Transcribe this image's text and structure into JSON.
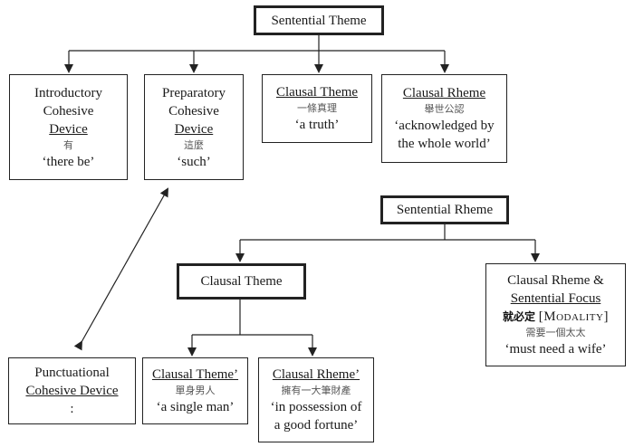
{
  "sentential_theme": {
    "label": "Sentential Theme"
  },
  "introductory": {
    "line1": "Introductory",
    "line2": "Cohesive",
    "line3": "Device",
    "chinese": "有",
    "gloss": "‘there be’"
  },
  "preparatory": {
    "line1": "Preparatory",
    "line2": "Cohesive",
    "line3": "Device",
    "chinese": "這麼",
    "gloss": "‘such’"
  },
  "clausal_theme_top": {
    "label": "Clausal Theme",
    "chinese": "一條真理",
    "gloss": "‘a truth’"
  },
  "clausal_rheme_top": {
    "label": "Clausal Rheme",
    "chinese": "舉世公認",
    "gloss1": "‘acknowledged by",
    "gloss2": "the whole world’"
  },
  "sentential_rheme": {
    "label": "Sentential Rheme"
  },
  "clausal_theme_mid": {
    "label": "Clausal Theme"
  },
  "clausal_rheme_focus": {
    "line1": "Clausal Rheme &",
    "line2": "Sentential Focus",
    "chinese_bold": "就必定",
    "modality": "[Modality]",
    "chinese": "需要一個太太",
    "gloss": "‘must need a wife’"
  },
  "punctuational": {
    "line1": "Punctuational",
    "line2": "Cohesive Device",
    "symbol": ":"
  },
  "clausal_theme_prime": {
    "label": "Clausal Theme’",
    "chinese": "單身男人",
    "gloss": "‘a single man’"
  },
  "clausal_rheme_prime": {
    "label": "Clausal Rheme’",
    "chinese": "擁有一大筆財產",
    "gloss1": "‘in possession of",
    "gloss2": "a good fortune’"
  }
}
